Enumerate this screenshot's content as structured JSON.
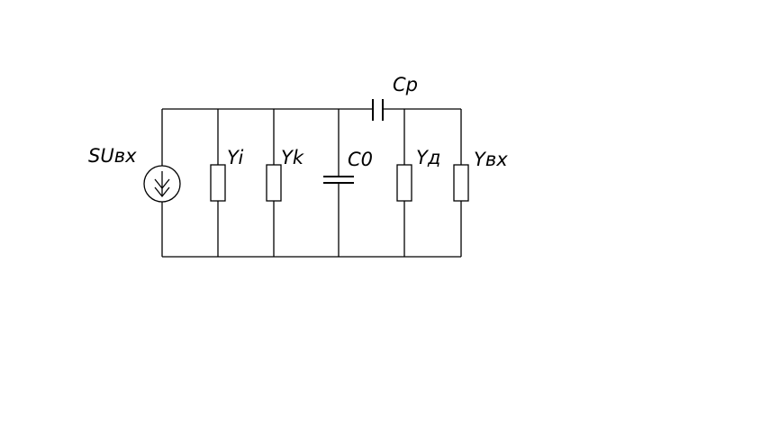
{
  "diagram": {
    "type": "equivalent-circuit",
    "labels": {
      "source": "SUвх",
      "yi": "Yi",
      "yk": "Yk",
      "c0": "C0",
      "cp": "Cp",
      "yd": "Yд",
      "yvx": "Yвх"
    },
    "components": [
      {
        "id": "source",
        "kind": "current-source",
        "label_ref": "source"
      },
      {
        "id": "yi",
        "kind": "admittance",
        "label_ref": "yi"
      },
      {
        "id": "yk",
        "kind": "admittance",
        "label_ref": "yk"
      },
      {
        "id": "c0",
        "kind": "capacitor",
        "label_ref": "c0"
      },
      {
        "id": "cp",
        "kind": "series-capacitor",
        "label_ref": "cp"
      },
      {
        "id": "yd",
        "kind": "admittance",
        "label_ref": "yd"
      },
      {
        "id": "yvx",
        "kind": "admittance",
        "label_ref": "yvx"
      }
    ],
    "colors": {
      "line": "#000000",
      "background": "#ffffff"
    }
  }
}
